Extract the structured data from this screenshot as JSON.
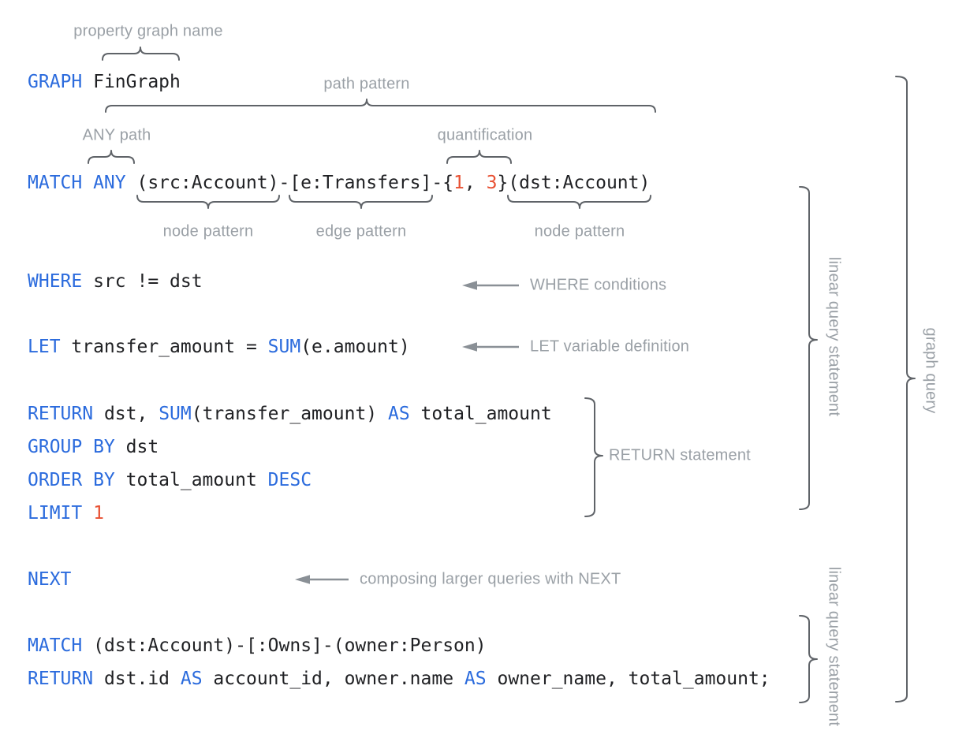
{
  "palette": {
    "background": "#ffffff",
    "keyword": "#2b6bdd",
    "plain": "#202124",
    "number": "#e85032",
    "annotation": "#9aa0a6",
    "brace": "#5f6368",
    "arrow": "#8a9096"
  },
  "code_lines": [
    {
      "name": "graph-clause",
      "segments": [
        {
          "type": "keyword",
          "text": "GRAPH"
        },
        {
          "type": "plain",
          "text": " FinGraph"
        }
      ]
    },
    {
      "name": "match-any-clause",
      "segments": [
        {
          "type": "keyword",
          "text": "MATCH ANY"
        },
        {
          "type": "plain",
          "text": " (src:Account)-[e:Transfers]-{"
        },
        {
          "type": "number",
          "text": "1"
        },
        {
          "type": "plain",
          "text": ", "
        },
        {
          "type": "number",
          "text": "3"
        },
        {
          "type": "plain",
          "text": "}(dst:Account)"
        }
      ]
    },
    {
      "name": "where-clause",
      "segments": [
        {
          "type": "keyword",
          "text": "WHERE"
        },
        {
          "type": "plain",
          "text": " src != dst"
        }
      ]
    },
    {
      "name": "let-clause",
      "segments": [
        {
          "type": "keyword",
          "text": "LET"
        },
        {
          "type": "plain",
          "text": " transfer_amount = "
        },
        {
          "type": "keyword",
          "text": "SUM"
        },
        {
          "type": "plain",
          "text": "(e.amount)"
        }
      ]
    },
    {
      "name": "return-clause",
      "segments": [
        {
          "type": "keyword",
          "text": "RETURN"
        },
        {
          "type": "plain",
          "text": " dst, "
        },
        {
          "type": "keyword",
          "text": "SUM"
        },
        {
          "type": "plain",
          "text": "(transfer_amount) "
        },
        {
          "type": "keyword",
          "text": "AS"
        },
        {
          "type": "plain",
          "text": " total_amount"
        }
      ]
    },
    {
      "name": "group-by-clause",
      "segments": [
        {
          "type": "keyword",
          "text": "GROUP BY"
        },
        {
          "type": "plain",
          "text": " dst"
        }
      ]
    },
    {
      "name": "order-by-clause",
      "segments": [
        {
          "type": "keyword",
          "text": "ORDER BY"
        },
        {
          "type": "plain",
          "text": " total_amount "
        },
        {
          "type": "keyword",
          "text": "DESC"
        }
      ]
    },
    {
      "name": "limit-clause",
      "segments": [
        {
          "type": "keyword",
          "text": "LIMIT"
        },
        {
          "type": "plain",
          "text": " "
        },
        {
          "type": "number",
          "text": "1"
        }
      ]
    },
    {
      "name": "next-clause",
      "segments": [
        {
          "type": "keyword",
          "text": "NEXT"
        }
      ]
    },
    {
      "name": "match-clause-2",
      "segments": [
        {
          "type": "keyword",
          "text": "MATCH"
        },
        {
          "type": "plain",
          "text": " (dst:Account)-[:Owns]-(owner:Person)"
        }
      ]
    },
    {
      "name": "return-clause-2",
      "segments": [
        {
          "type": "keyword",
          "text": "RETURN"
        },
        {
          "type": "plain",
          "text": " dst.id "
        },
        {
          "type": "keyword",
          "text": "AS"
        },
        {
          "type": "plain",
          "text": " account_id, owner.name "
        },
        {
          "type": "keyword",
          "text": "AS"
        },
        {
          "type": "plain",
          "text": " owner_name, total_amount;"
        }
      ]
    }
  ],
  "annotations": {
    "property_graph_name": "property graph name",
    "path_pattern": "path pattern",
    "any_path": "ANY path",
    "quantification": "quantification",
    "node_pattern_left": "node pattern",
    "edge_pattern": "edge pattern",
    "node_pattern_right": "node pattern",
    "where_conditions": "WHERE conditions",
    "let_variable_definition": "LET variable definition",
    "return_statement": "RETURN statement",
    "composing_next": "composing larger queries with NEXT",
    "linear_query_statement_top": "linear query statement",
    "linear_query_statement_bottom": "linear query statement",
    "graph_query": "graph query"
  }
}
